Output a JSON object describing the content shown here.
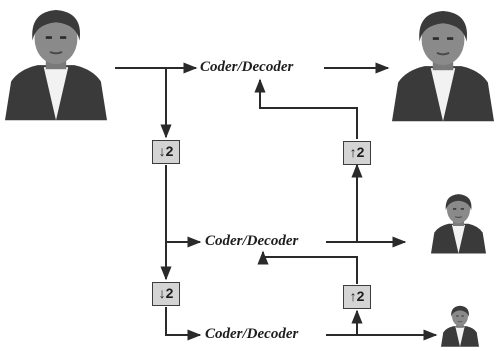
{
  "stages": [
    {
      "coder_label": "Coder/Decoder"
    },
    {
      "coder_label": "Coder/Decoder"
    },
    {
      "coder_label": "Coder/Decoder"
    }
  ],
  "downsample_label": "↓2",
  "upsample_label": "↑2",
  "colors": {
    "line": "#2a2a2a",
    "box_fill": "#d4d4d4",
    "portrait_dark": "#3a3a3a",
    "portrait_face": "#8a8a8a"
  },
  "icons": [
    "portrait-image-full",
    "portrait-image-half",
    "portrait-image-quarter"
  ]
}
